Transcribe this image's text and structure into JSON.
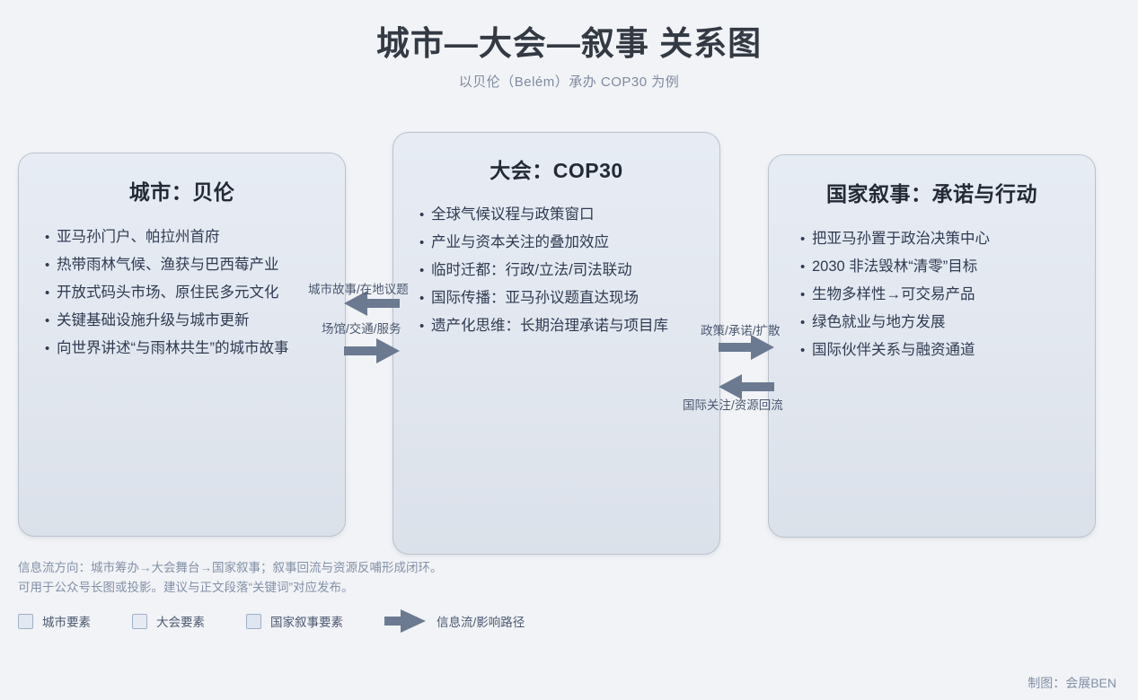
{
  "header": {
    "title": "城市—大会—叙事 关系图",
    "subtitle": "以贝伦（Belém）承办 COP30 为例"
  },
  "nodes": {
    "city": {
      "title": "城市：贝伦",
      "items": [
        "亚马孙门户、帕拉州首府",
        "热带雨林气候、渔获与巴西莓产业",
        "开放式码头市场、原住民多元文化",
        "关键基础设施升级与城市更新",
        "向世界讲述“与雨林共生”的城市故事"
      ]
    },
    "conference": {
      "title": "大会：COP30",
      "items": [
        "全球气候议程与政策窗口",
        "产业与资本关注的叠加效应",
        "临时迁都：行政/立法/司法联动",
        "国际传播：亚马孙议题直达现场",
        "遗产化思维：长期治理承诺与项目库"
      ]
    },
    "national": {
      "title": "国家叙事：承诺与行动",
      "items": [
        "把亚马孙置于政治决策中心",
        "2030 非法毁林“清零”目标",
        "生物多样性→可交易产品",
        "绿色就业与地方发展",
        "国际伙伴关系与融资通道"
      ]
    }
  },
  "arrows": {
    "city_to_conf_back": "城市故事/在地议题",
    "city_to_conf_fwd": "场馆/交通/服务",
    "conf_to_nat_fwd": "政策/承诺/扩散",
    "conf_to_nat_back": "国际关注/资源回流"
  },
  "notes": {
    "line1": "信息流方向：城市筹办→大会舞台→国家叙事；叙事回流与资源反哺形成闭环。",
    "line2": "可用于公众号长图或投影。建议与正文段落“关键词”对应发布。"
  },
  "legend": {
    "items": [
      {
        "label": "城市要素",
        "color": "#e2e8f2"
      },
      {
        "label": "大会要素",
        "color": "#e6ebf3"
      },
      {
        "label": "国家叙事要素",
        "color": "#dfe6f1"
      }
    ],
    "flow_label": "信息流/影响路径",
    "arrow_color": "#6b7a91"
  },
  "credit": "制图：会展BEN"
}
